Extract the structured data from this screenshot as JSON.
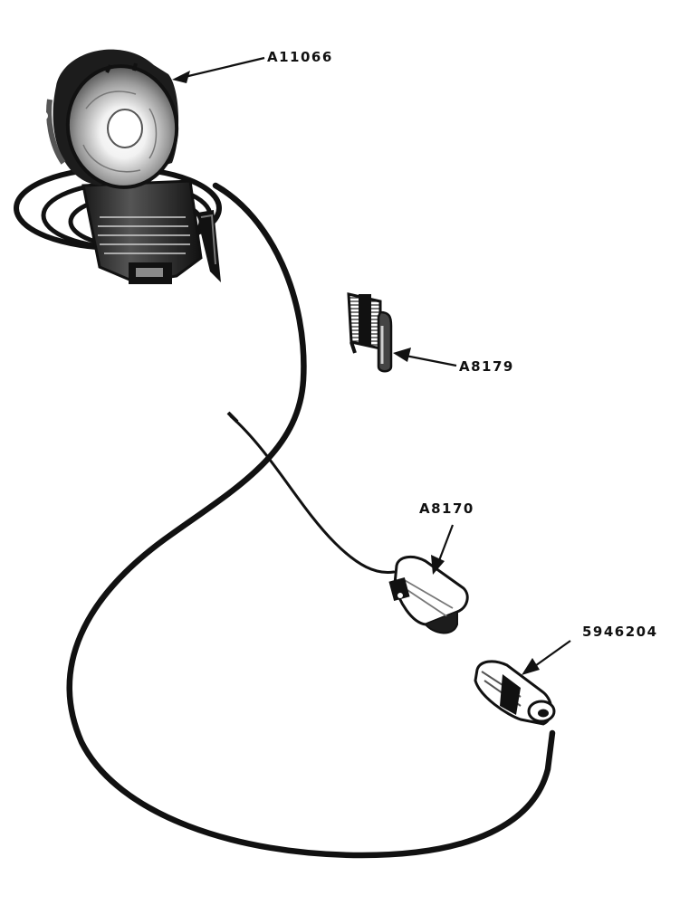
{
  "parts": [
    {
      "id": "lamp",
      "label": "A11066"
    },
    {
      "id": "clip",
      "label": "A8179"
    },
    {
      "id": "connector",
      "label": "A8170"
    },
    {
      "id": "terminal",
      "label": "5946204"
    }
  ],
  "colors": {
    "ink": "#111111",
    "paper": "#ffffff"
  }
}
